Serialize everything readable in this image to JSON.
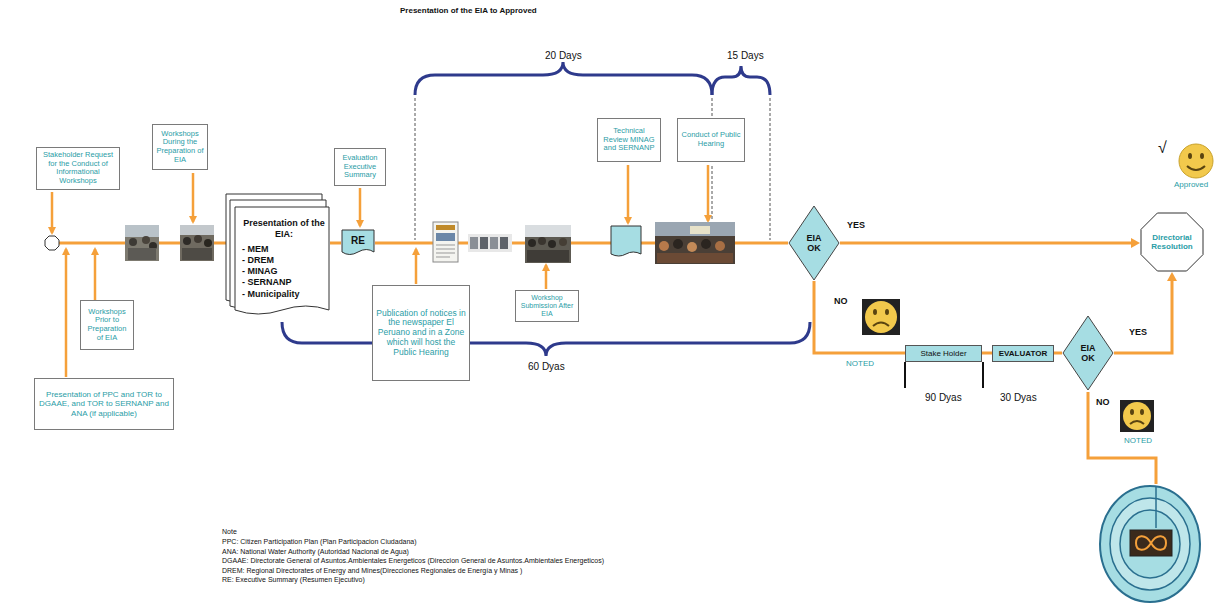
{
  "diagram": {
    "title": "Presentation of the EIA to Approved",
    "nodes": [
      {
        "text": [
          "Stakeholder Request for the Conduct of Informational Workshops"
        ]
      },
      {
        "text": [
          "Workshops During the Preparation of EIA"
        ]
      },
      {
        "text": [
          "Workshops Prior to Preparation of EIA"
        ]
      },
      {
        "text": [
          "Presentation of PPC and TOR to DGAAE, and TOR to SERNANP and ANA (if applicable)"
        ]
      },
      {
        "text": [
          "Presentation of the EIA:",
          "- MEM",
          "- DREM",
          "- MINAG",
          "- SERNANP",
          "- Municipality"
        ]
      },
      {
        "text": [
          "Evaluation Executive Summary"
        ]
      },
      {
        "text": [
          "RE"
        ]
      },
      {
        "text": [
          "Publication of notices in the newspaper El Peruano and in a Zone which will host the Public Hearing"
        ]
      },
      {
        "text": [
          "Workshop Submission After EIA"
        ]
      },
      {
        "text": [
          "Technical Review MINAG and SERNANP"
        ]
      },
      {
        "text": [
          "Conduct of Public Hearing"
        ]
      },
      {
        "text": [
          "EIA OK"
        ]
      },
      {
        "text": [
          "Directorial Resolution"
        ]
      },
      {
        "text": [
          "Stake Holder"
        ]
      },
      {
        "text": [
          "EVALUATOR"
        ]
      },
      {
        "text": [
          "EIA OK"
        ]
      }
    ],
    "edges": [
      {
        "from": 4,
        "to": 6,
        "arrow": "none"
      },
      {
        "from": 6,
        "to": 11,
        "arrow": "none"
      },
      {
        "from": 11,
        "to": 12,
        "label": "YES",
        "arrow": "to"
      },
      {
        "from": 11,
        "to": 13,
        "label": "NO",
        "arrow": "none"
      },
      {
        "from": 13,
        "to": 14,
        "arrow": "none"
      },
      {
        "from": 14,
        "to": 15,
        "arrow": "none"
      },
      {
        "from": 15,
        "to": 12,
        "label": "YES",
        "arrow": "to"
      }
    ],
    "labels": [
      "20 Days",
      "15 Days",
      "60 Dyas",
      "NOTED",
      "90 Dyas",
      "30 Dyas",
      "√",
      "Approved",
      "NO",
      "NOTED",
      "Note",
      "PPC: Citizen Participation Plan (Plan Participacion Ciudadana)",
      "ANA: National Water Authority (Autoridad Nacional de Agua)",
      "DGAAE: Directorate General of Asuntos.Ambientales Energeticos (Direccion General de Asuntos.Ambientales Energeticos)",
      "DREM: Regional Directorates of Energy and Mines(Direcciones Regionales de Energía y Minas )",
      "RE: Executive Summary (Resumen Ejecutivo)"
    ]
  }
}
